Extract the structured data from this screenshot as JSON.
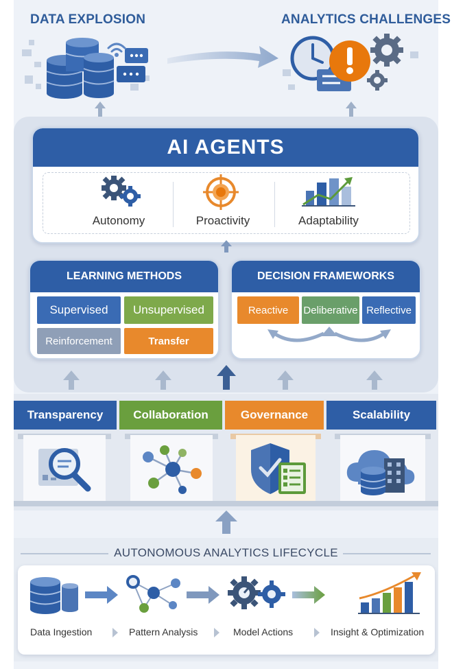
{
  "top": {
    "left_title": "DATA EXPLOSION",
    "right_title": "ANALYTICS CHALLENGES"
  },
  "agents": {
    "title": "AI AGENTS",
    "traits": [
      "Autonomy",
      "Proactivity",
      "Adaptability"
    ]
  },
  "learning": {
    "title": "LEARNING METHODS",
    "methods": [
      "Supervised",
      "Unsupervised",
      "Reinforcement",
      "Transfer"
    ]
  },
  "decision": {
    "title": "DECISION FRAMEWORKS",
    "frameworks": [
      "Reactive",
      "Deliberative",
      "Reflective"
    ]
  },
  "pillars": [
    "Transparency",
    "Collaboration",
    "Governance",
    "Scalability"
  ],
  "lifecycle": {
    "title": "AUTONOMOUS ANALYTICS LIFECYCLE",
    "steps": [
      "Data Ingestion",
      "Pattern Analysis",
      "Model Actions",
      "Insight & Optimization"
    ]
  },
  "colors": {
    "blue": "#2e5ea6",
    "green": "#6a9f3e",
    "orange": "#e8892c",
    "gray": "#8a9bb3",
    "alert": "#e8780c"
  }
}
